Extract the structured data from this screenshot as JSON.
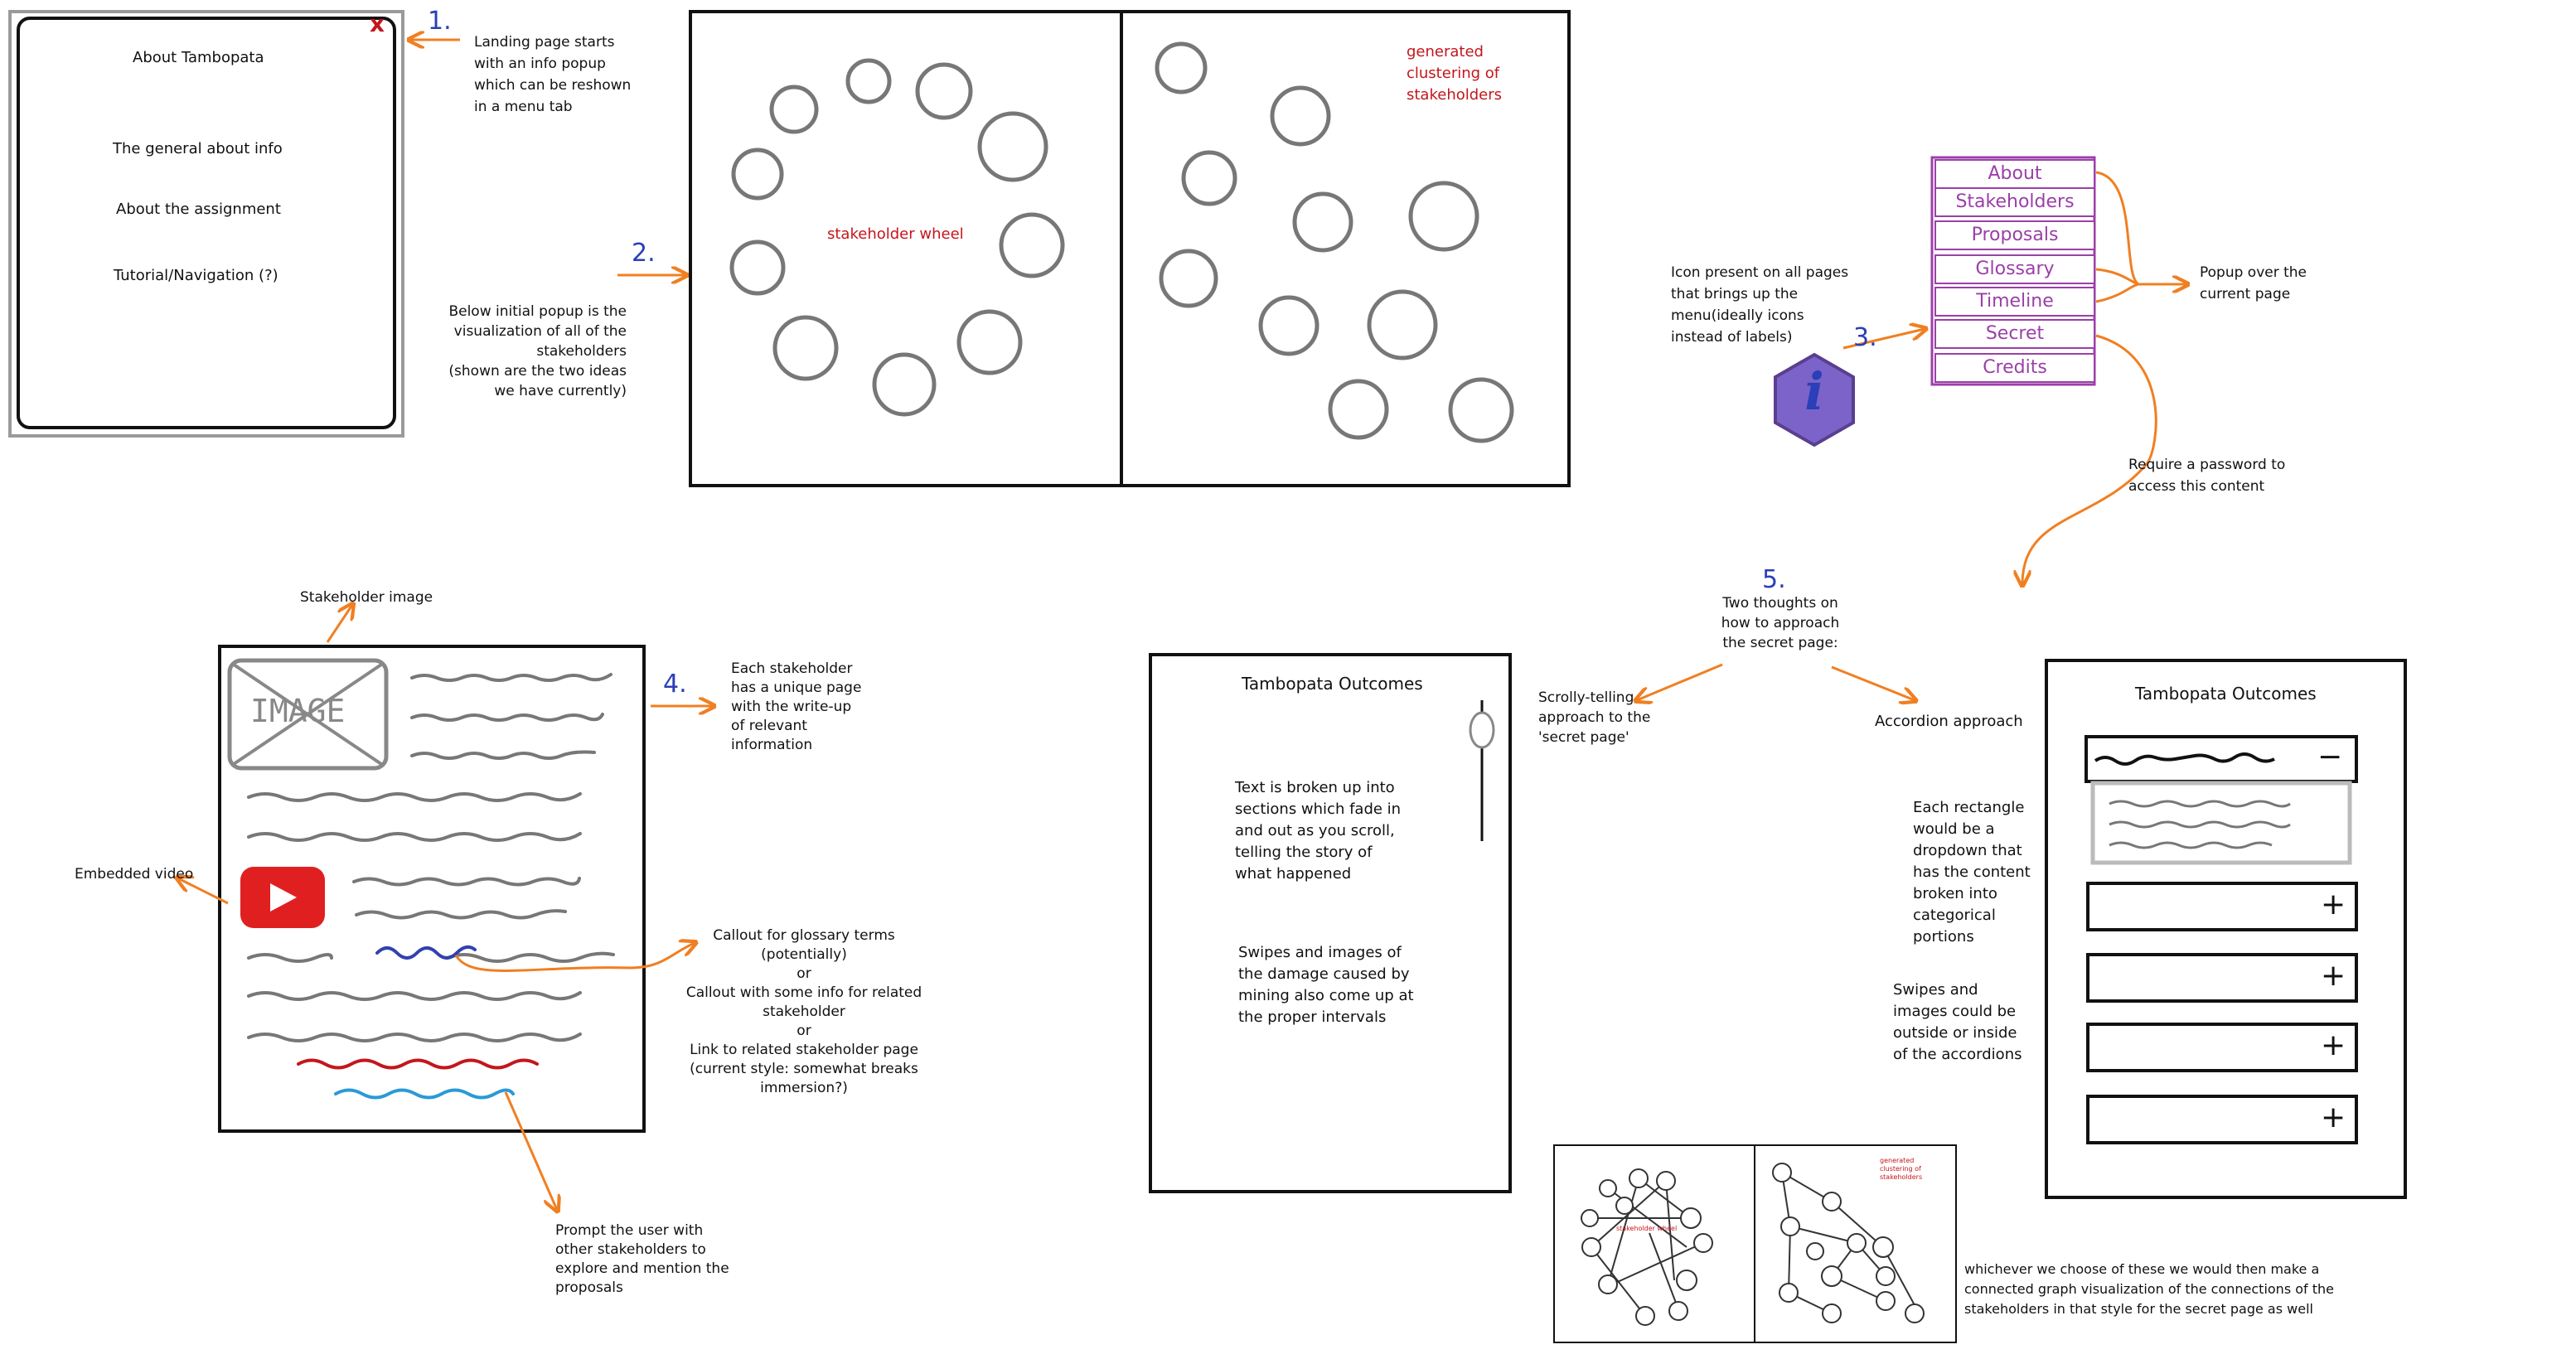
{
  "popup": {
    "close_glyph": "x",
    "title": "About Tambopata",
    "line1": "The general about info",
    "line2": "About the assignment",
    "line3": "Tutorial/Navigation (?)"
  },
  "step1": {
    "number": "1.",
    "text": "Landing page starts\nwith an info popup\nwhich can be reshown\nin a menu tab"
  },
  "step2": {
    "number": "2.",
    "text": "Below initial popup is the\nvisualization of all of the\nstakeholders\n(shown are the two ideas\nwe have currently)"
  },
  "wheel_label": "stakeholder wheel",
  "cluster_label": "generated\nclustering of\nstakeholders",
  "step3": {
    "number": "3.",
    "text": "Icon present on all pages\nthat brings up the\nmenu(ideally icons\ninstead of labels)"
  },
  "info_glyph": "i",
  "menu": {
    "items": [
      "About",
      "Stakeholders",
      "Proposals",
      "Glossary",
      "Timeline",
      "Secret",
      "Credits"
    ],
    "accent": "#9b3fa8"
  },
  "popup_note": "Popup over the\ncurrent page",
  "password_note": "Require a password to\naccess this content",
  "stakeholder_page": {
    "image_label": "IMAGE",
    "image_note": "Stakeholder image",
    "video_note": "Embedded video",
    "step4_number": "4.",
    "step4_text": "Each stakeholder\nhas a unique page\nwith the write-up\nof relevant\ninformation",
    "callout_text": "Callout for glossary terms (potentially)\nor\nCallout with some info for related\nstakeholder\nor\nLink to related stakeholder page\n(current style: somewhat breaks immersion?)",
    "prompt_text": "Prompt the user with\nother stakeholders to\nexplore and mention the\nproposals"
  },
  "step5": {
    "number": "5.",
    "text": "Two thoughts on\nhow to approach\nthe secret page:"
  },
  "scrolly": {
    "label": "Scrolly-telling\napproach to the\n'secret page'",
    "title": "Tambopata Outcomes",
    "text1": "Text is broken up into\nsections which fade in\nand out as you scroll,\ntelling the story of\nwhat happened",
    "text2": "Swipes and images of\nthe damage caused by\nmining also come up at\nthe proper intervals"
  },
  "accordion": {
    "label": "Accordion approach",
    "title": "Tambopata Outcomes",
    "note1": "Each rectangle\nwould be a\ndropdown that\nhas the content\nbroken into\ncategorical\nportions",
    "note2": "Swipes and\nimages could be\noutside or inside\nof the accordions",
    "minus": "−",
    "plus": "+"
  },
  "graph": {
    "small_wheel_label": "stakeholder wheel",
    "small_cluster_label": "generated\nclustering of\nstakeholders",
    "note": "whichever we choose of these we would then make a\nconnected graph visualization of the connections of the\nstakeholders in that style for the secret page as well"
  },
  "colors": {
    "arrow": "#f07f22",
    "number": "#2a3fb8",
    "red_text": "#c4161c",
    "scribble": "#777777"
  }
}
